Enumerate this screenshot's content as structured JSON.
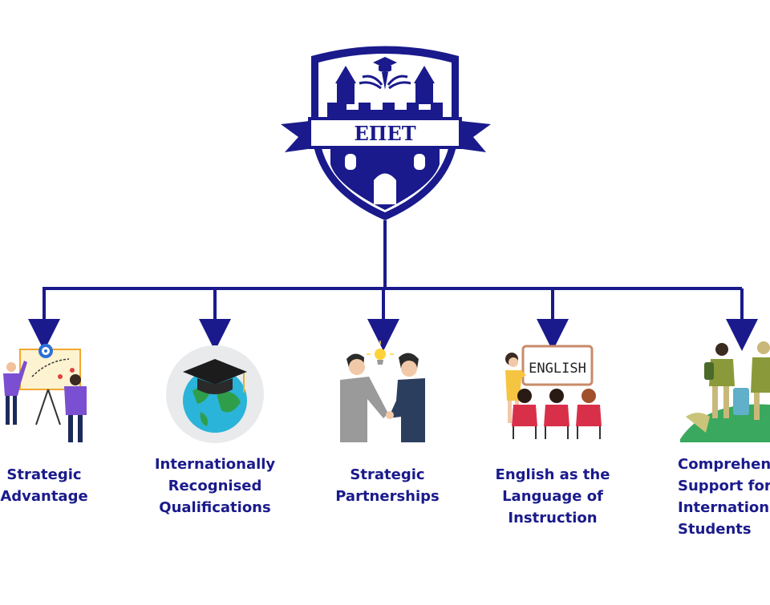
{
  "logo": {
    "text": "ΕΠΕΤ",
    "colors": {
      "navy": "#1a1a8c",
      "white": "#ffffff"
    }
  },
  "connector": {
    "color": "#1a1a8c"
  },
  "items": [
    {
      "label": "Strategic\nAdvantage",
      "icon": "strategy-board-icon"
    },
    {
      "label": "Internationally\nRecognised\nQualifications",
      "icon": "graduation-globe-icon"
    },
    {
      "label": "Strategic\nPartnerships",
      "icon": "handshake-icon"
    },
    {
      "label": "English as the\nLanguage of\nInstruction",
      "icon": "classroom-english-icon",
      "board_text": "ENGLISH"
    },
    {
      "label": "Comprehensive\nSupport for\nInternational\nStudents",
      "icon": "travelers-icon"
    }
  ]
}
